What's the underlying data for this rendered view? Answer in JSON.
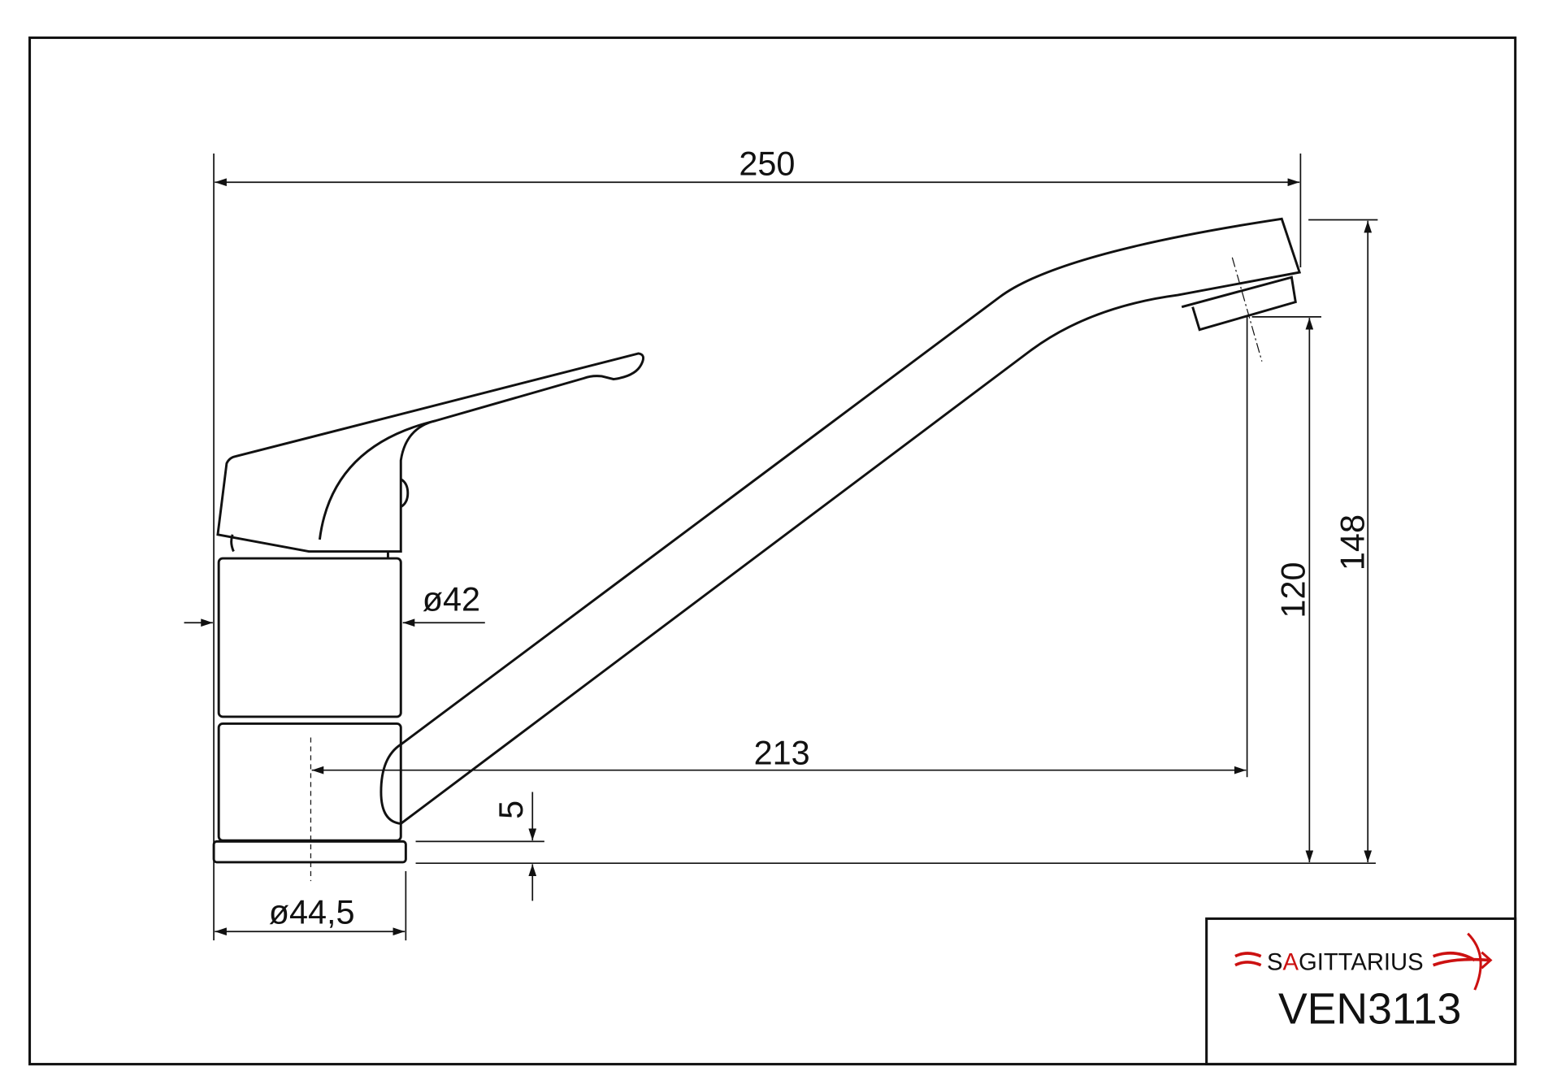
{
  "drawing": {
    "dimensions": {
      "overall_length": "250",
      "overall_height": "148",
      "outlet_height": "120",
      "reach": "213",
      "base_thickness": "5",
      "body_diameter": "ø42",
      "base_diameter": "ø44,5"
    }
  },
  "title_block": {
    "brand": "SAGITTARIUS",
    "brand_prefix": "S",
    "brand_accent": "A",
    "brand_suffix": "GITTARIUS",
    "model": "VEN3113",
    "brand_color": "#cc1111"
  }
}
